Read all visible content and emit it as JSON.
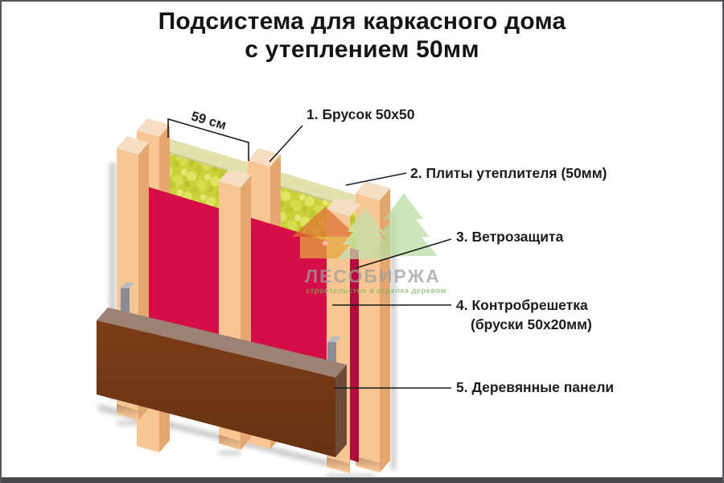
{
  "title": {
    "line1": "Подсистема для каркасного дома",
    "line2": "с утеплением 50мм"
  },
  "diagram": {
    "dimension_label": "59 см",
    "labels": [
      {
        "text": "1. Брусок 50x50"
      },
      {
        "text": "2. Плиты утеплителя (50мм)"
      },
      {
        "text": "3. Ветрозащита"
      },
      {
        "text": "4. Контробрешетка",
        "text2": "(бруски 50x20мм)"
      },
      {
        "text": "5. Деревянные панели"
      }
    ]
  },
  "watermark": {
    "brand": "ЛЕСОБИРЖА",
    "tagline": "строительство и отделка деревом"
  },
  "colors": {
    "membrane_red": "#d40e47",
    "membrane_edge_red": "#b60c3c",
    "wood_face": "#f7c694",
    "wood_side": "#e3a76f",
    "wood_top": "#f5dec4",
    "insulation_yellow": "#cbd13b",
    "insulation_top": "#e2e2af",
    "insulation_end": "#cfcf97",
    "panel_brown": "#7c3d17",
    "panel_top": "#9c8273",
    "panel_side": "#6e4a38",
    "metal_clip": "#8c8c94",
    "bottom_bar": "#47474e",
    "frame_border": "#55555c",
    "text_dark": "#1c1c1c",
    "watermark_gray": "#9e9e9e",
    "watermark_green": "#7cb862"
  }
}
